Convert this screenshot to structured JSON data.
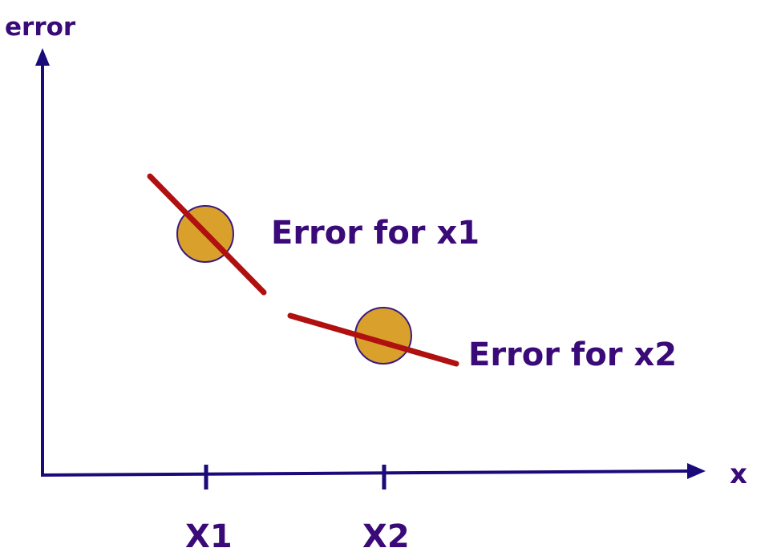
{
  "colors": {
    "axis": "#1a0a7a",
    "text": "#3a0a78",
    "line": "#b01010",
    "marker_fill": "#d9a02c",
    "marker_stroke": "#3a1a80"
  },
  "axes": {
    "y_label": "error",
    "x_label": "x"
  },
  "ticks": {
    "x1": "X1",
    "x2": "X2"
  },
  "annotations": {
    "error_x1": "Error for x1",
    "error_x2": "Error for x2"
  }
}
